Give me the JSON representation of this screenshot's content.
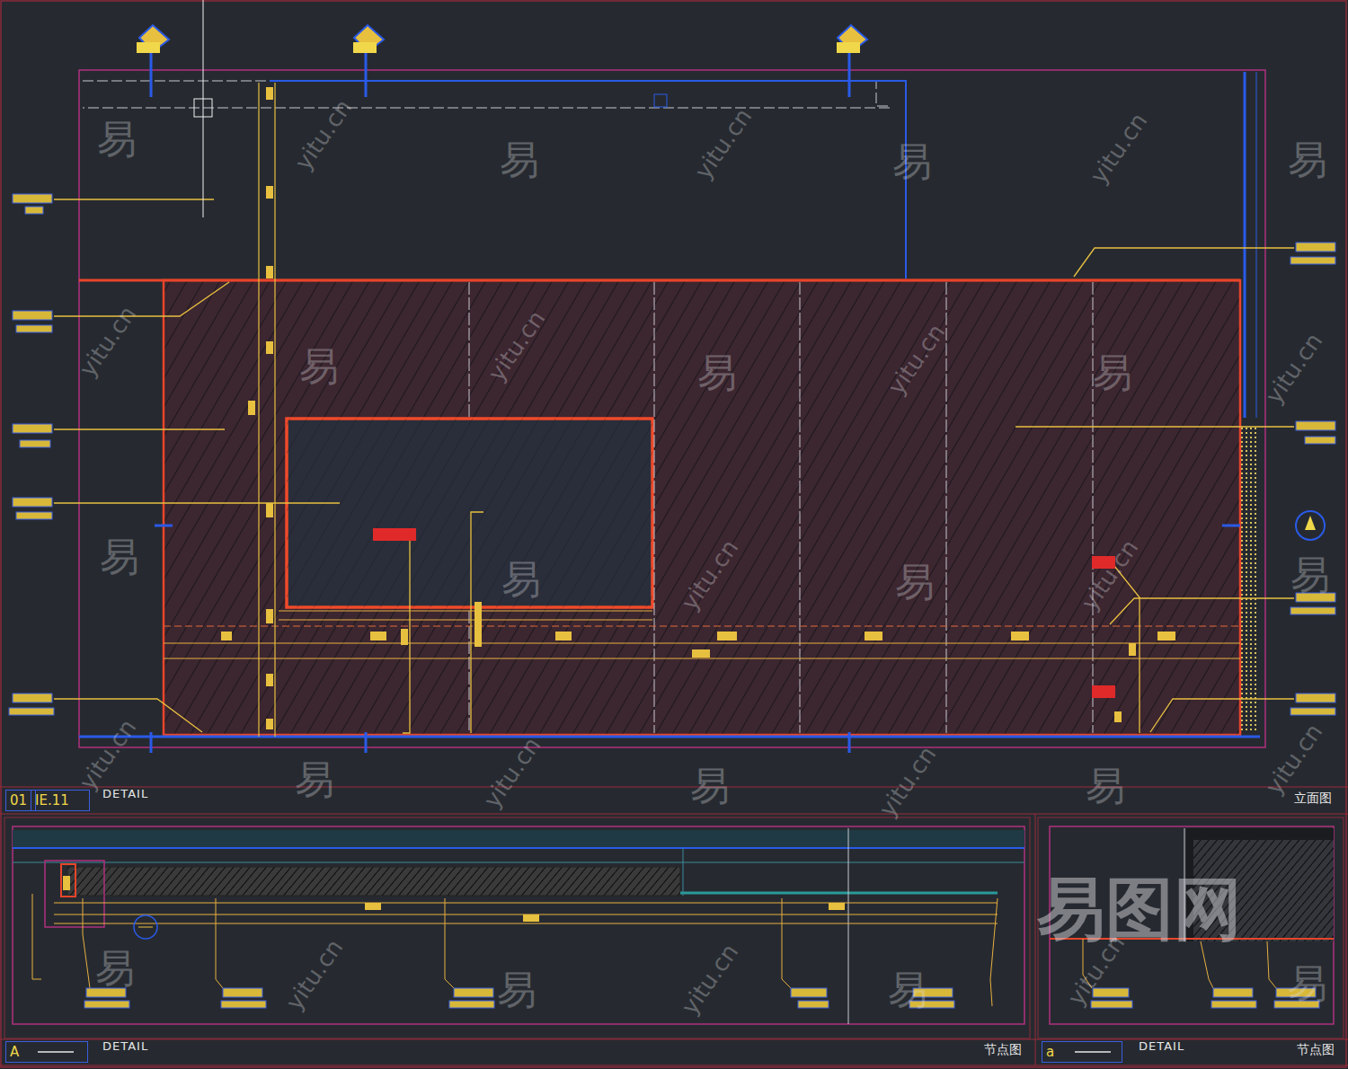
{
  "diagram": {
    "nodes": [
      {
        "text": [
          "01"
        ]
      },
      {
        "text": [
          "IE.11"
        ]
      },
      {
        "text": [
          "A"
        ]
      },
      {
        "text": [
          "a"
        ]
      }
    ],
    "labels": [
      "DETAIL",
      "立面图",
      "DETAIL",
      "节点图",
      "DETAIL",
      "节点图",
      "易图网",
      "易",
      "易",
      "易",
      "易",
      "易",
      "易",
      "易",
      "易",
      "易",
      "易",
      "易",
      "易",
      "易",
      "易",
      "易",
      "易",
      "易",
      "易",
      "yitu.cn",
      "yitu.cn",
      "yitu.cn",
      "yitu.cn",
      "yitu.cn",
      "yitu.cn",
      "yitu.cn",
      "yitu.cn",
      "yitu.cn",
      "yitu.cn",
      "yitu.cn",
      "yitu.cn",
      "yitu.cn",
      "yitu.cn",
      "yitu.cn",
      "yitu.cn"
    ]
  }
}
